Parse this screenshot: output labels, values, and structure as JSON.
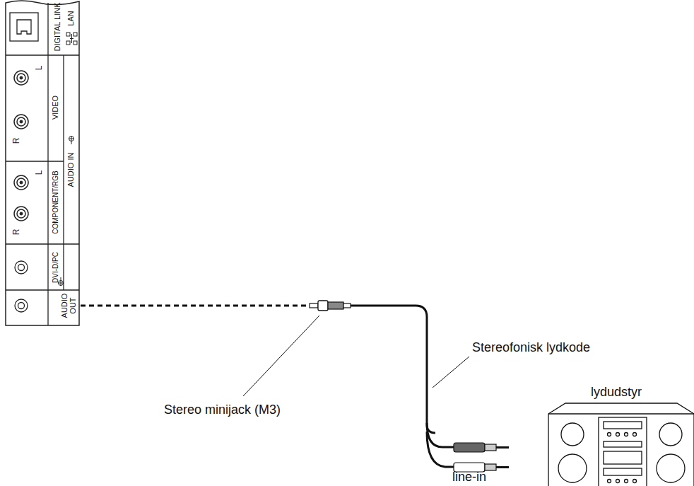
{
  "diagram": {
    "labels": [
      "DIGITAL LINK",
      "LAN",
      "L",
      "VIDEO",
      "R",
      "L",
      "COMPONENT/RGB",
      "R",
      "AUDIO IN",
      "DVI-D/PC",
      "AUDIO OUT",
      "Stereo minijack (M3)",
      "Stereofonisk lydkode",
      "lydudstyr",
      "line-in"
    ]
  }
}
